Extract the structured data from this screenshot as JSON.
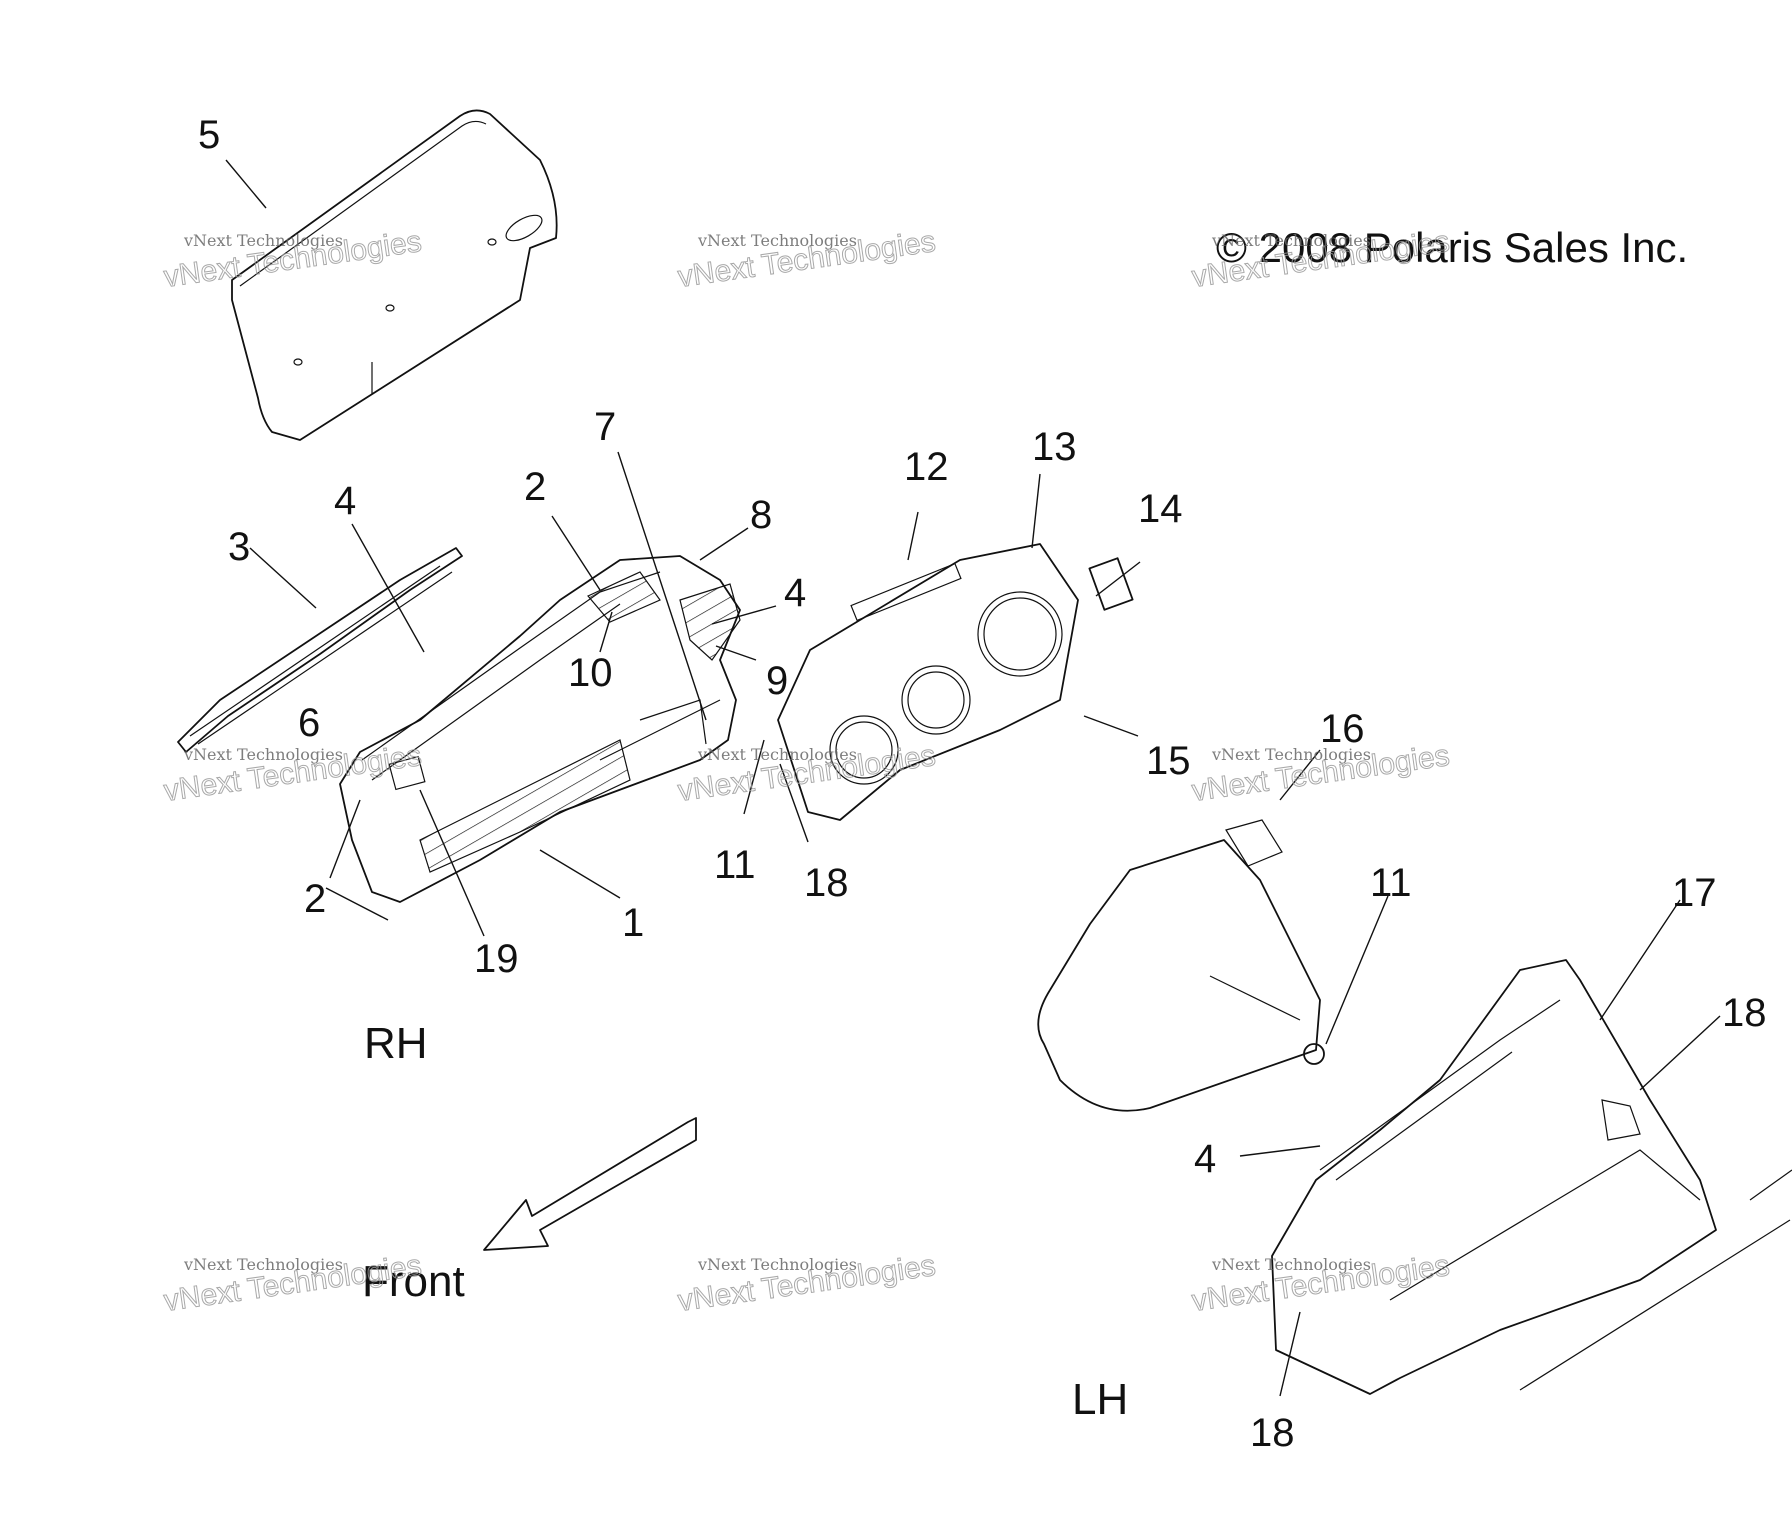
{
  "copyright": "© 2008 Polaris Sales Inc.",
  "watermark": {
    "line1": "vNext Technologies",
    "line2": "vNext Technologies"
  },
  "views": {
    "rh": "RH",
    "lh": "LH",
    "front": "Front"
  },
  "callouts": {
    "c1": "1",
    "c2a": "2",
    "c2b": "2",
    "c3": "3",
    "c4a": "4",
    "c4b": "4",
    "c4c": "4",
    "c5": "5",
    "c6": "6",
    "c7": "7",
    "c8": "8",
    "c9": "9",
    "c10": "10",
    "c11a": "11",
    "c11b": "11",
    "c12": "12",
    "c13": "13",
    "c14": "14",
    "c15": "15",
    "c16": "16",
    "c17": "17",
    "c18a": "18",
    "c18b": "18",
    "c18c": "18",
    "c19": "19"
  }
}
